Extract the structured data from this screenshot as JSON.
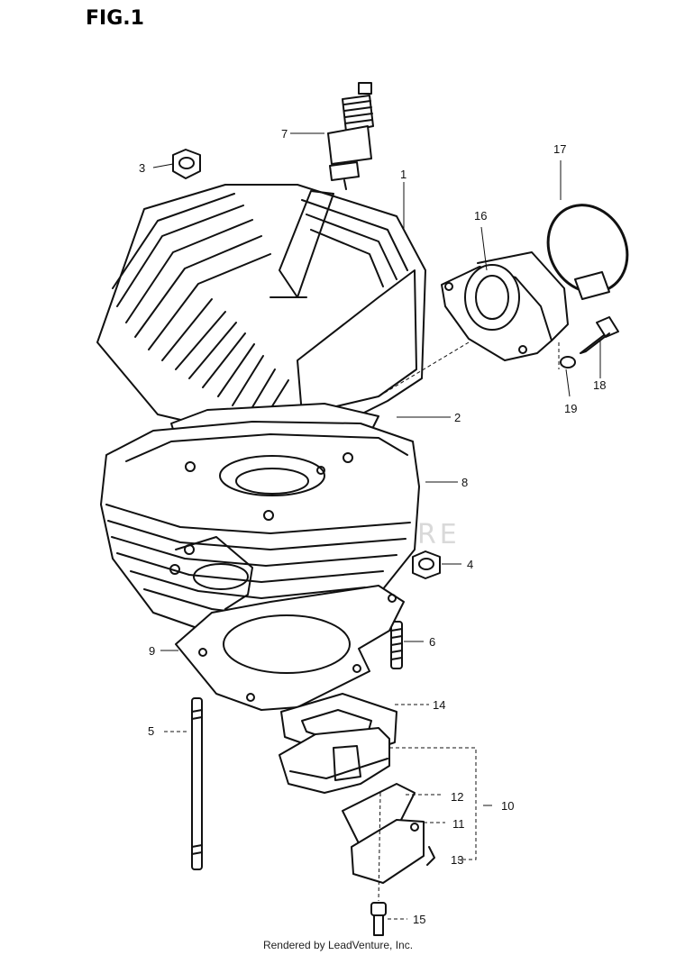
{
  "diagram": {
    "title": "FIG.1",
    "watermark": "LEADVENTURE",
    "footer": "Rendered by LeadVenture, Inc.",
    "callouts": [
      {
        "id": "c1",
        "label": "1"
      },
      {
        "id": "c2",
        "label": "2"
      },
      {
        "id": "c3",
        "label": "3"
      },
      {
        "id": "c4",
        "label": "4"
      },
      {
        "id": "c5",
        "label": "5"
      },
      {
        "id": "c6",
        "label": "6"
      },
      {
        "id": "c7",
        "label": "7"
      },
      {
        "id": "c8",
        "label": "8"
      },
      {
        "id": "c9",
        "label": "9"
      },
      {
        "id": "c10",
        "label": "10"
      },
      {
        "id": "c11",
        "label": "11"
      },
      {
        "id": "c12",
        "label": "12"
      },
      {
        "id": "c13",
        "label": "13"
      },
      {
        "id": "c14",
        "label": "14"
      },
      {
        "id": "c15",
        "label": "15"
      },
      {
        "id": "c16",
        "label": "16"
      },
      {
        "id": "c17",
        "label": "17"
      },
      {
        "id": "c18",
        "label": "18"
      },
      {
        "id": "c19",
        "label": "19"
      }
    ]
  }
}
